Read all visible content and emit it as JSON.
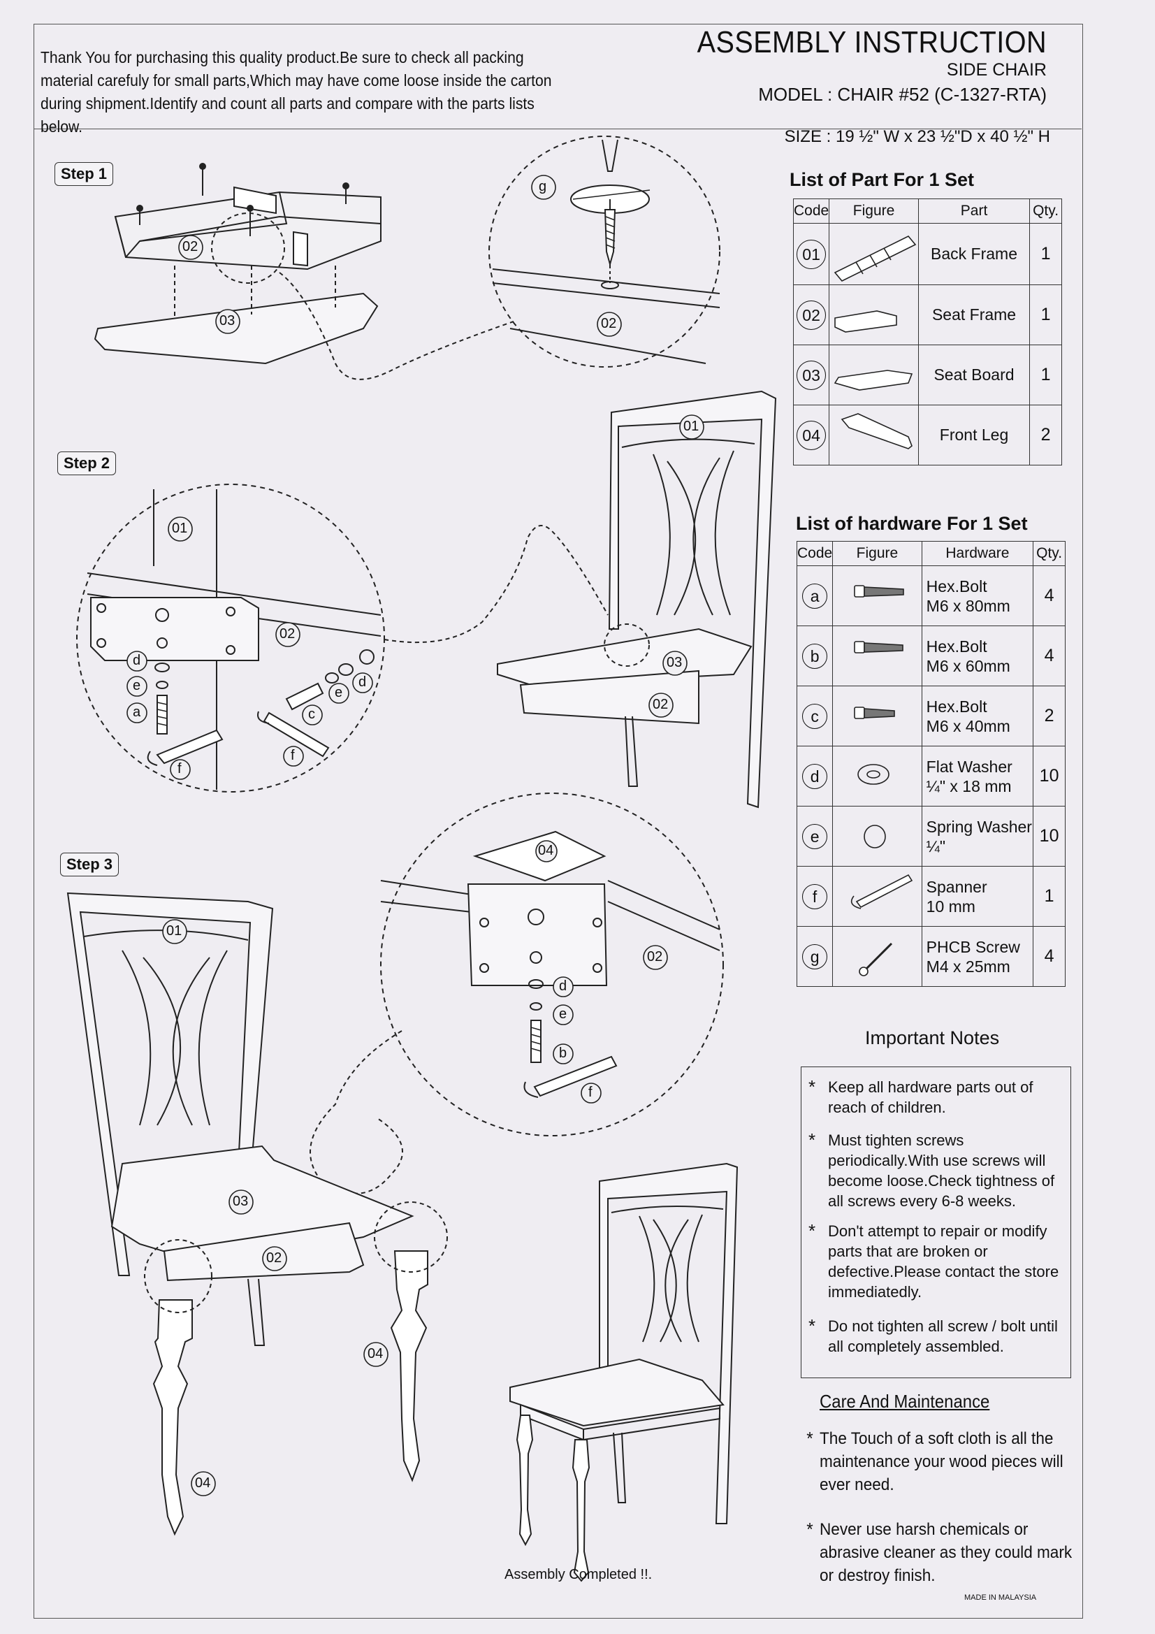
{
  "header": {
    "intro": "Thank You for purchasing this quality product.Be sure to check all packing material carefuly for small parts,Which may have come loose inside the carton during shipment.Identify and count all parts and compare with the parts lists below.",
    "title": "ASSEMBLY INSTRUCTION",
    "subtitle": "SIDE CHAIR",
    "model": "MODEL : CHAIR #52 (C-1327-RTA)",
    "size": "SIZE : 19 ½\" W x 23 ½\"D x 40 ½\" H"
  },
  "steps": [
    "Step 1",
    "Step 2",
    "Step 3"
  ],
  "parts": {
    "title": "List of Part For 1 Set",
    "headers": [
      "Code",
      "Figure",
      "Part",
      "Qty."
    ],
    "rows": [
      {
        "code": "01",
        "part": "Back Frame",
        "qty": "1"
      },
      {
        "code": "02",
        "part": "Seat Frame",
        "qty": "1"
      },
      {
        "code": "03",
        "part": "Seat Board",
        "qty": "1"
      },
      {
        "code": "04",
        "part": "Front Leg",
        "qty": "2"
      }
    ]
  },
  "hardware": {
    "title": "List of hardware For 1 Set",
    "headers": [
      "Code",
      "Figure",
      "Hardware",
      "Qty."
    ],
    "rows": [
      {
        "code": "a",
        "line1": "Hex.Bolt",
        "line2": "M6 x 80mm",
        "qty": "4"
      },
      {
        "code": "b",
        "line1": "Hex.Bolt",
        "line2": "M6 x 60mm",
        "qty": "4"
      },
      {
        "code": "c",
        "line1": "Hex.Bolt",
        "line2": "M6 x 40mm",
        "qty": "2"
      },
      {
        "code": "d",
        "line1": "Flat Washer",
        "line2": "¼\" x 18 mm",
        "qty": "10"
      },
      {
        "code": "e",
        "line1": "Spring Washer",
        "line2": "¼\"",
        "qty": "10"
      },
      {
        "code": "f",
        "line1": "Spanner",
        "line2": "10 mm",
        "qty": "1"
      },
      {
        "code": "g",
        "line1": "PHCB Screw",
        "line2": "M4 x 25mm",
        "qty": "4"
      }
    ]
  },
  "notes": {
    "title": "Important Notes",
    "items": [
      "Keep all hardware parts out of reach of children.",
      "Must tighten screws periodically.With use screws will become loose.Check tightness of all screws every 6-8 weeks.",
      "Don't attempt to repair or modify parts that are broken or defective.Please contact the store immediatedly.",
      "Do not tighten all screw / bolt until all completely  assembled."
    ]
  },
  "care": {
    "title": "Care And Maintenance",
    "items": [
      "The  Touch of a soft cloth is all the maintenance your wood pieces will ever need.",
      "Never use harsh chemicals or abrasive cleaner as they could mark or destroy finish."
    ]
  },
  "footer": {
    "completed": "Assembly Completed !!.",
    "made_in": "MADE IN MALAYSIA"
  },
  "diagram_labels": {
    "l01": "01",
    "l02": "02",
    "l03": "03",
    "l04": "04",
    "la": "a",
    "lb": "b",
    "lc": "c",
    "ld": "d",
    "le": "e",
    "lf": "f",
    "lg": "g"
  }
}
